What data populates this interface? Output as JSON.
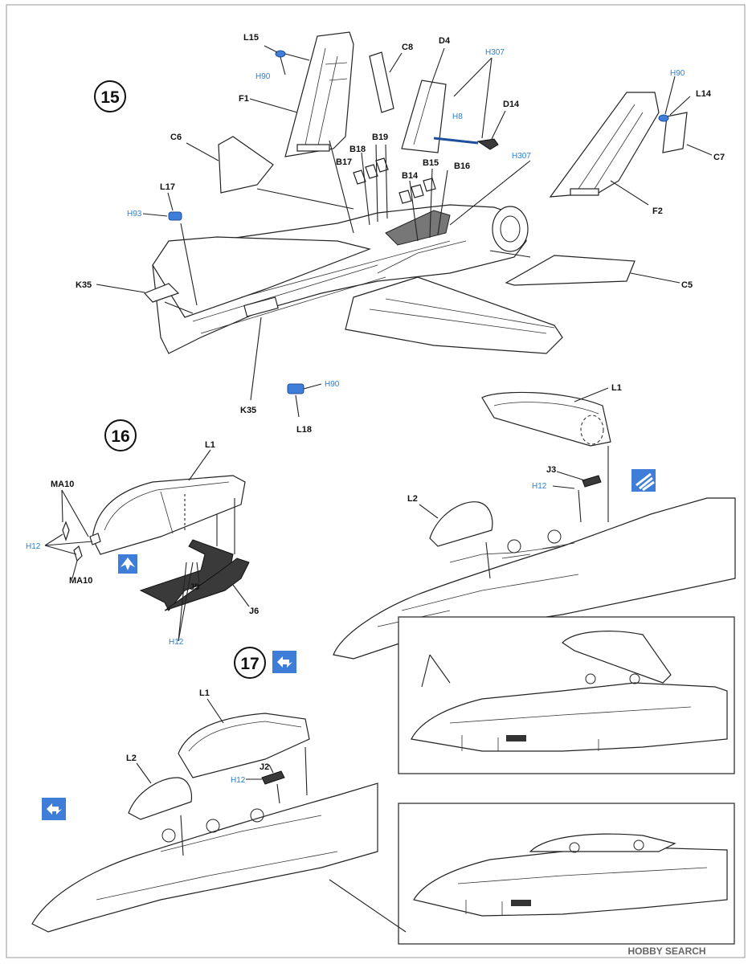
{
  "page": {
    "watermark": "HOBBY SEARCH"
  },
  "steps": [
    {
      "number": "15"
    },
    {
      "number": "16"
    },
    {
      "number": "17"
    }
  ],
  "parts_step15": [
    "L15",
    "C8",
    "D4",
    "H307",
    "H8",
    "D14",
    "F1",
    "H90",
    "L14",
    "C6",
    "B19",
    "B18",
    "B17",
    "B15",
    "B16",
    "B14",
    "H307",
    "C7",
    "L17",
    "H93",
    "F2",
    "K35",
    "C5",
    "K35",
    "H90",
    "L18"
  ],
  "parts_step16": [
    "MA10",
    "H12",
    "MA10",
    "L1",
    "J5",
    "J6",
    "H12"
  ],
  "parts_step16b": [
    "L1",
    "J3",
    "H12",
    "L2"
  ],
  "parts_step17": [
    "L1",
    "L2",
    "J2",
    "H12"
  ],
  "colors": {
    "paint_ref": "#2a7fd4",
    "blue_part": "#3f7ed8",
    "dark_part": "#3a3a3a"
  },
  "icons": [
    "arrow-up-icon",
    "diamond-arrows-icon",
    "rotate-arrows-icon"
  ]
}
